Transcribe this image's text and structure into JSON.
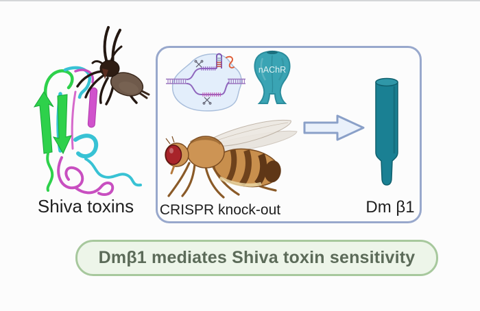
{
  "labels": {
    "shiva_toxins": "Shiva toxins",
    "nachr": "nAChR",
    "crispr_knockout": "CRISPR knock-out",
    "dm_beta1": "Dm β1"
  },
  "banner": {
    "text": "Dmβ1 mediates Shiva toxin sensitivity"
  },
  "colors": {
    "background": "#fcfcfc",
    "box_border": "#98a8cc",
    "receptor_teal": "#3aa4b4",
    "receptor_teal_dark": "#1b6f7e",
    "subunit_bar_teal": "#1a8093",
    "arrow_fill": "#eaf1fb",
    "arrow_border": "#8aa0c8",
    "banner_fill": "#edf5e9",
    "banner_border": "#a7c89d",
    "banner_text": "#5c6b59",
    "fly_body": "#c88f4d",
    "fly_eye": "#a8242a",
    "ribbon_green": "#2ed14b",
    "ribbon_cyan": "#38c2d4",
    "ribbon_magenta": "#c84fc0"
  },
  "icons": {
    "protein_ribbon": "protein-ribbon-icon",
    "spider": "spider-icon",
    "plasmid_crispr": "plasmid-crispr-icon",
    "nachr_receptor": "nachr-receptor-icon",
    "fruit_fly": "fruit-fly-icon",
    "right_arrow": "right-arrow-icon",
    "beta1_subunit": "beta1-subunit-icon"
  }
}
